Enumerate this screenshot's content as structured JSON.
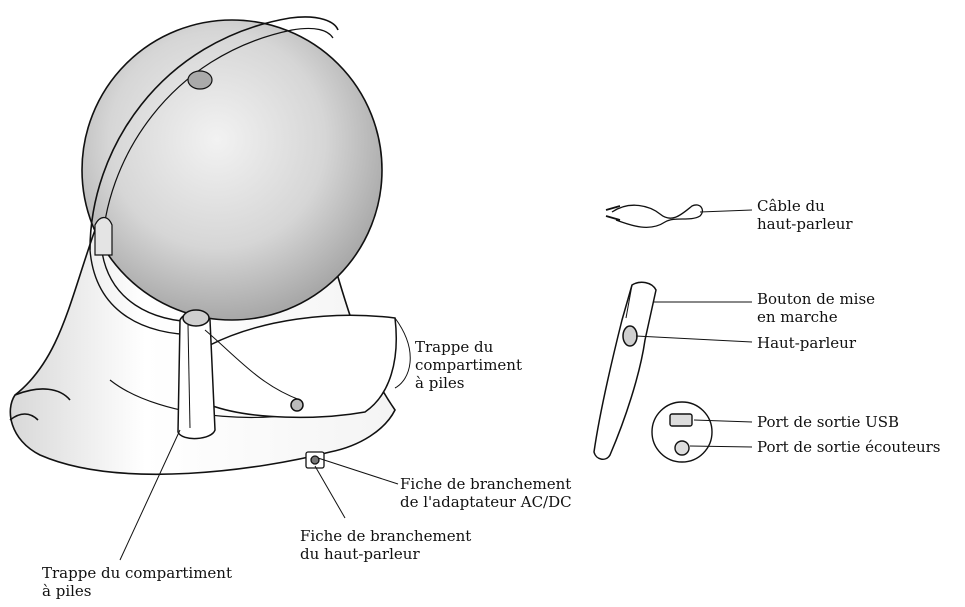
{
  "labels": {
    "trappe_centre": [
      "Trappe du",
      "compartiment",
      "à piles"
    ],
    "fiche_adaptateur": [
      "Fiche de branchement",
      "de l'adaptateur AC/DC"
    ],
    "fiche_hautparleur": [
      "Fiche de branchement",
      "du haut-parleur"
    ],
    "trappe_bas": [
      "Trappe du compartiment",
      "à piles"
    ],
    "cable": [
      "Câble du",
      "haut-parleur"
    ],
    "bouton": [
      "Bouton de mise",
      "en marche"
    ],
    "hautparleur": [
      "Haut-parleur"
    ],
    "usb": [
      "Port de sortie USB"
    ],
    "ecouteurs": [
      "Port de sortie écouteurs"
    ]
  },
  "colors": {
    "ink": "#111111",
    "globe_fill": "#d9d9d9",
    "globe_edge": "#9a9a9a",
    "base_fill": "#ffffff"
  }
}
